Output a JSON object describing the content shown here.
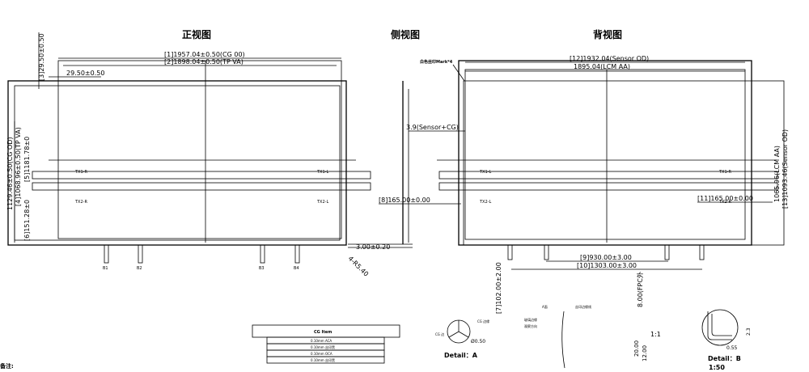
{
  "views": {
    "front_title": "正视图",
    "side_title": "侧视图",
    "back_title": "背视图"
  },
  "front": {
    "dim_cg_width": "[1]1957.04±0.50(CG 00)",
    "dim_tp_va_width": "[2]1898.04±0.50(TP VA)",
    "dim_top_margin": "[3]29.50±0.50",
    "dim_left_margin": "29.50±0.50",
    "dim_cg_height": "1129.46±0.50(CG OD)",
    "dim_tp_va_height": "[4]1068.96±0.50(TP VA)",
    "dim_total_height": "[5]1181.78±0",
    "dim_lower": "[6]151.28±0",
    "fpc_labels": [
      "TX1-R",
      "TX1-L",
      "TX2-R",
      "TX2-L"
    ],
    "connector_labels": [
      "B1",
      "B2",
      "B3",
      "B4"
    ]
  },
  "side": {
    "dim_thickness": "3.9(Sensor+CG)",
    "dim_glass": "3.00±0.20",
    "dim_edge": "4-R5.40",
    "dim_fpc": "[8]165.00±0.00"
  },
  "back": {
    "dim_sensor_od": "[12]1932.04(Sensor OD)",
    "dim_lcm_aa": "1895.04(LCM AA)",
    "mark_label": "白色丝印Mark*4",
    "dim_lcm_aa_height": "1065.96(LCM AA)",
    "dim_sensor_od_height": "[13]1093.46(Sensor OD)",
    "dim_fpc_right": "[11]165.00±0.00",
    "dim_pitch_a": "[9]930.00±3.00",
    "dim_pitch_b": "[10]1303.00±3.00",
    "dim_fpc_length": "[7]102.00±2.00",
    "dim_fpc_out": "8.00(FPC外",
    "scale_note": "1:1",
    "dim_stack1": "20.00",
    "dim_stack2": "12.00",
    "fpc_labels": [
      "TX1-L",
      "TX1-R",
      "TX2-L",
      "TX2-R"
    ]
  },
  "details": {
    "detail_a_title": "Detail：A",
    "detail_a_dims": [
      "CG 边缘",
      "Ø0.50",
      "CG 边"
    ],
    "detail_a_notes": [
      "A面",
      "丝印边缘线",
      "玻璃边缘",
      "观察方向"
    ],
    "detail_b_title": "Detail：B",
    "detail_b_scale": "1:50",
    "detail_b_dims": [
      "2.3",
      "0.55"
    ]
  },
  "table": {
    "header": "CG  Item",
    "rows": [
      "0.10mm ACA",
      "0.10mm 丝印黑",
      "0.10mm OCA",
      "0.10mm 丝印黑"
    ]
  },
  "footer": {
    "note_label": "备注:"
  }
}
